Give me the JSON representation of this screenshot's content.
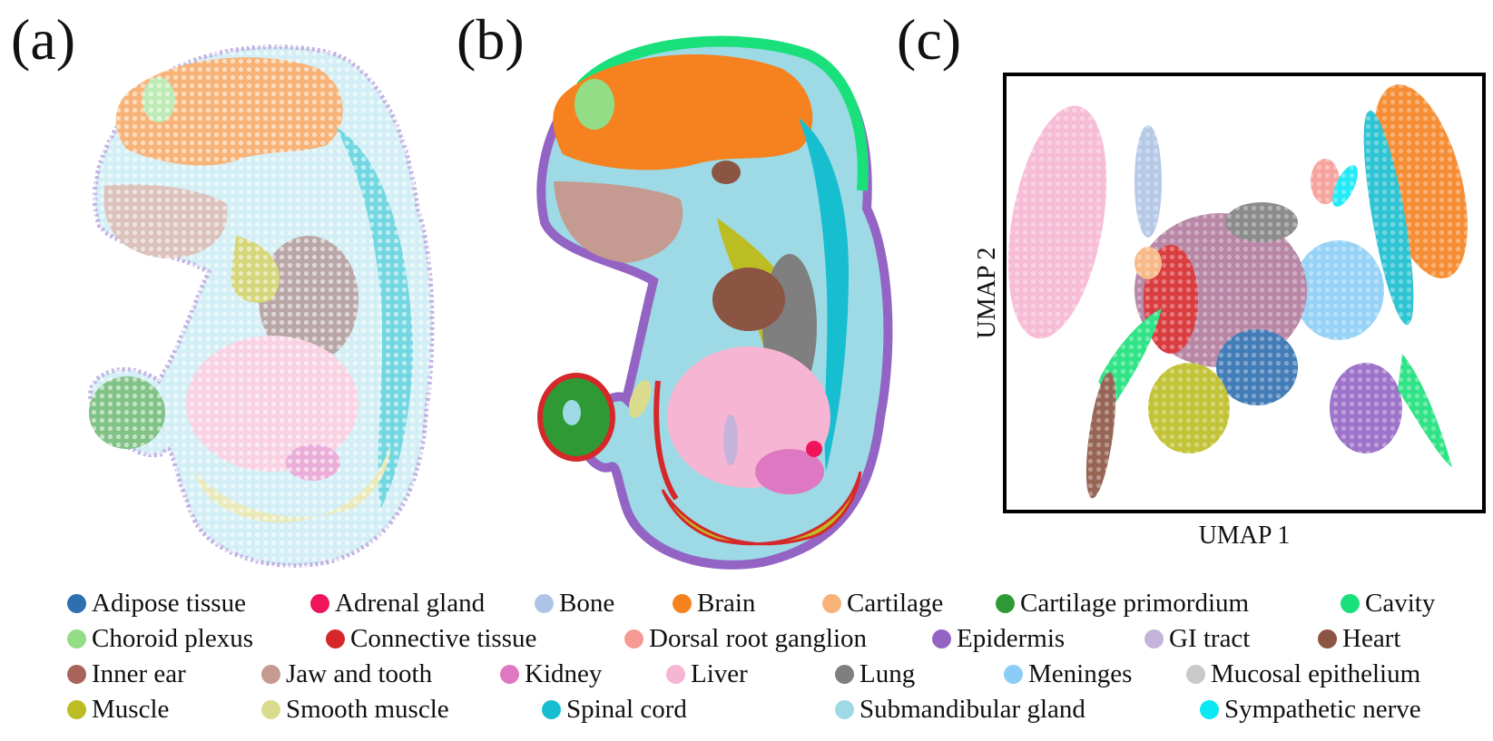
{
  "panels": {
    "a": {
      "label": "(a)"
    },
    "b": {
      "label": "(b)"
    },
    "c": {
      "label": "(c)",
      "xlabel": "UMAP 1",
      "ylabel": "UMAP 2"
    }
  },
  "legend": [
    {
      "name": "Adipose tissue",
      "color": "#2e6fb0"
    },
    {
      "name": "Adrenal gland",
      "color": "#f0145a"
    },
    {
      "name": "Bone",
      "color": "#aec4e6"
    },
    {
      "name": "Brain",
      "color": "#f5821f"
    },
    {
      "name": "Cartilage",
      "color": "#f7b27a"
    },
    {
      "name": "Cartilage primordium",
      "color": "#2f9a35"
    },
    {
      "name": "Cavity",
      "color": "#19e07a"
    },
    {
      "name": "Choroid plexus",
      "color": "#93dd86"
    },
    {
      "name": "Connective tissue",
      "color": "#d6272a"
    },
    {
      "name": "Dorsal root ganglion",
      "color": "#f79a94"
    },
    {
      "name": "Epidermis",
      "color": "#9464c4"
    },
    {
      "name": "GI tract",
      "color": "#c6b3db"
    },
    {
      "name": "Heart",
      "color": "#8c5443"
    },
    {
      "name": "Inner ear",
      "color": "#a8645a"
    },
    {
      "name": "Jaw and tooth",
      "color": "#c49a91"
    },
    {
      "name": "Kidney",
      "color": "#df78c2"
    },
    {
      "name": "Liver",
      "color": "#f6b5d2"
    },
    {
      "name": "Lung",
      "color": "#7f7f7f"
    },
    {
      "name": "Meninges",
      "color": "#8ccdf7"
    },
    {
      "name": "Mucosal epithelium",
      "color": "#c9c9c9"
    },
    {
      "name": "Muscle",
      "color": "#bcbd22"
    },
    {
      "name": "Smooth muscle",
      "color": "#dbdb8d"
    },
    {
      "name": "Spinal cord",
      "color": "#17becf"
    },
    {
      "name": "Submandibular gland",
      "color": "#9edae5"
    },
    {
      "name": "Sympathetic nerve",
      "color": "#0be8f5"
    }
  ]
}
